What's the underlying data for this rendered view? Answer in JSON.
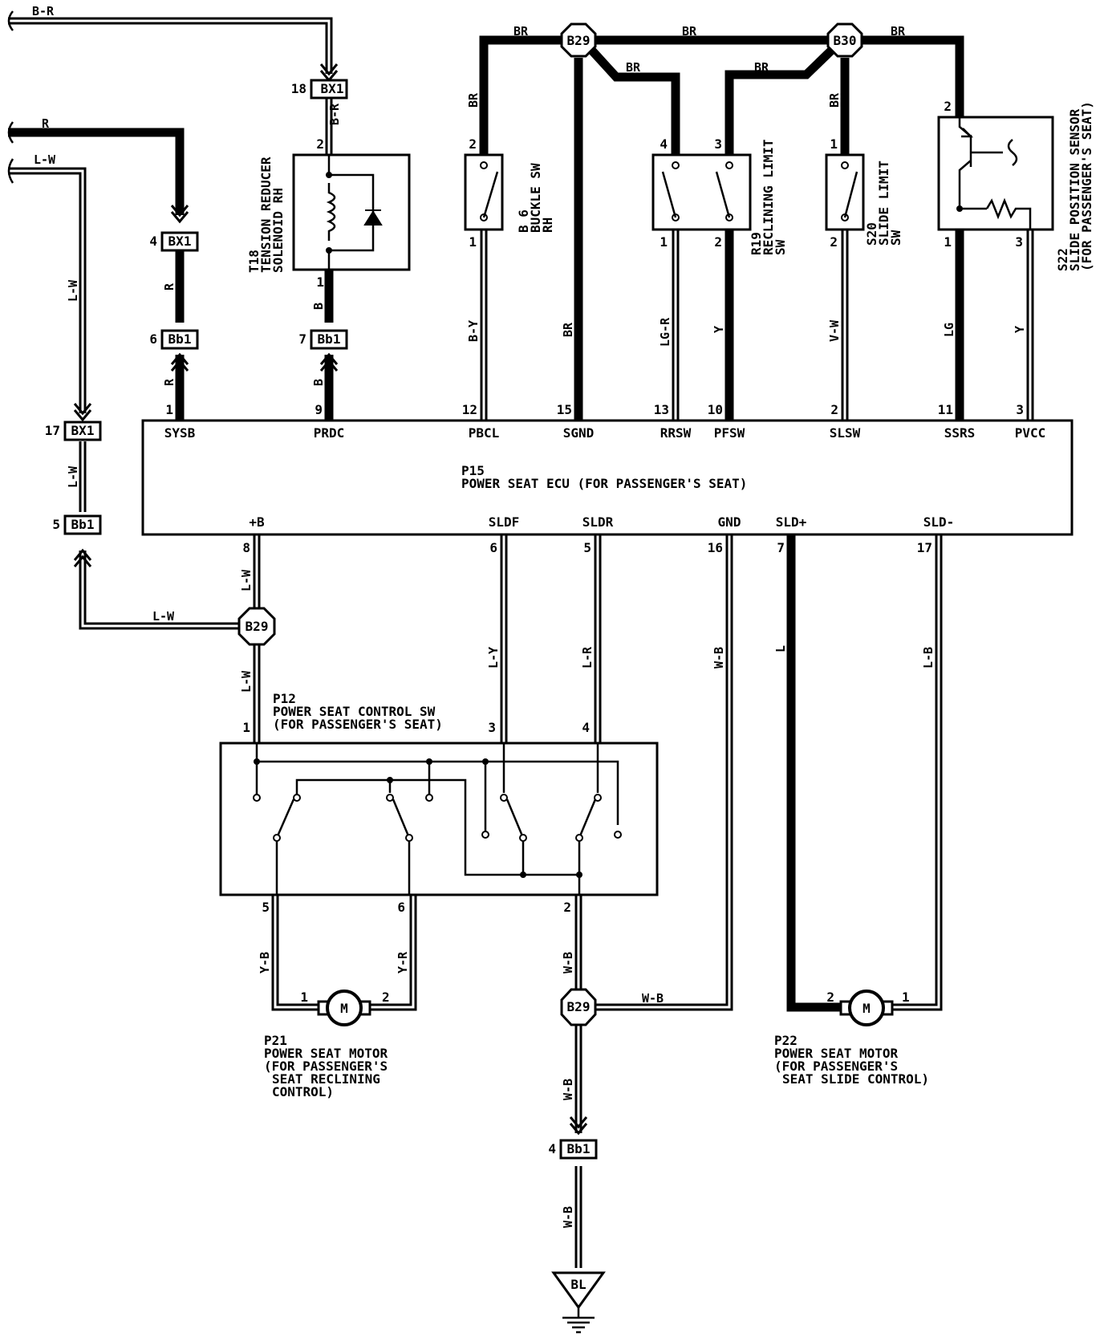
{
  "ecu": {
    "id": "P15",
    "name": "POWER SEAT ECU (FOR PASSENGER'S SEAT)",
    "top_pins": [
      {
        "num": "1",
        "name": "SYSB"
      },
      {
        "num": "9",
        "name": "PRDC"
      },
      {
        "num": "12",
        "name": "PBCL"
      },
      {
        "num": "15",
        "name": "SGND"
      },
      {
        "num": "13",
        "name": "RRSW"
      },
      {
        "num": "10",
        "name": "PFSW"
      },
      {
        "num": "2",
        "name": "SLSW"
      },
      {
        "num": "11",
        "name": "SSRS"
      },
      {
        "num": "3",
        "name": "PVCC"
      }
    ],
    "bottom_pins": [
      {
        "num": "8",
        "name": "+B"
      },
      {
        "num": "6",
        "name": "SLDF"
      },
      {
        "num": "5",
        "name": "SLDR"
      },
      {
        "num": "16",
        "name": "GND"
      },
      {
        "num": "7",
        "name": "SLD+"
      },
      {
        "num": "17",
        "name": "SLD-"
      }
    ]
  },
  "components": {
    "t18": {
      "id": "T18",
      "line1": "TENSION REDUCER",
      "line2": "SOLENOID RH",
      "pin_top": "2",
      "pin_bottom": "1"
    },
    "b6": {
      "id": "B 6",
      "line1": "BUCKLE SW",
      "line2": "RH",
      "pin_top": "2",
      "pin_bottom": "1"
    },
    "r19": {
      "id": "R19",
      "line1": "RECLINING LIMIT",
      "line2": "SW",
      "pin_a_top": "4",
      "pin_b_top": "3",
      "pin_a_bottom": "1",
      "pin_b_bottom": "2"
    },
    "s20": {
      "id": "S20",
      "line1": "SLIDE LIMIT",
      "line2": "SW",
      "pin_top": "1",
      "pin_bottom": "2"
    },
    "s22": {
      "id": "S22",
      "line1": "SLIDE POSITION SENSOR",
      "line2": "(FOR PASSENGER'S SEAT)",
      "pin_top": "2",
      "pin_a_bottom": "1",
      "pin_b_bottom": "3"
    },
    "p12": {
      "id": "P12",
      "line1": "POWER SEAT CONTROL SW",
      "line2": "(FOR PASSENGER'S SEAT)",
      "pins_top": [
        "1",
        "3",
        "4"
      ],
      "pins_bottom": [
        "5",
        "6",
        "2"
      ]
    },
    "p21": {
      "id": "P21",
      "lines": [
        "POWER SEAT MOTOR",
        "(FOR PASSENGER'S",
        "SEAT RECLINING",
        "CONTROL)"
      ],
      "pin_left": "1",
      "pin_right": "2",
      "symbol": "M"
    },
    "p22": {
      "id": "P22",
      "lines": [
        "POWER SEAT MOTOR",
        "(FOR PASSENGER'S",
        "SEAT SLIDE CONTROL)"
      ],
      "pin_left": "2",
      "pin_right": "1",
      "symbol": "M"
    }
  },
  "connectors": {
    "bx1_18": {
      "pin": "18",
      "name": "BX1"
    },
    "bx1_4": {
      "pin": "4",
      "name": "BX1"
    },
    "bx1_17": {
      "pin": "17",
      "name": "BX1"
    },
    "bb1_6": {
      "pin": "6",
      "name": "Bb1"
    },
    "bb1_7": {
      "pin": "7",
      "name": "Bb1"
    },
    "bb1_5": {
      "pin": "5",
      "name": "Bb1"
    },
    "bb1_4": {
      "pin": "4",
      "name": "Bb1"
    }
  },
  "junctions": {
    "b29_top": "B29",
    "b30_top": "B30",
    "b29_left": "B29",
    "b29_bottom": "B29"
  },
  "ground": {
    "label": "BL"
  },
  "wire_colors": {
    "b_r_top": "B-R",
    "b_r_vert": "B-R",
    "r_top": "R",
    "l_w_top": "L-W",
    "l_w_vert": "L-W",
    "l_w_mid": "L-W",
    "l_w_horiz": "L-W",
    "l_w_p8": "L-W",
    "l_w_p12": "L-W",
    "r_mid": "R",
    "r_low": "R",
    "b_mid": "B",
    "b_low": "B",
    "br_1": "BR",
    "br_2": "BR",
    "br_3": "BR",
    "br_4": "BR",
    "br_5": "BR",
    "br_6": "BR",
    "br_7": "BR",
    "br_sgnd": "BR",
    "b_y": "B-Y",
    "lg_r": "LG-R",
    "y_pfsw": "Y",
    "v_w": "V-W",
    "lg": "LG",
    "y_pvcc": "Y",
    "l_y": "L-Y",
    "l_r": "L-R",
    "w_b_gnd": "W-B",
    "l_sld": "L",
    "l_b": "L-B",
    "y_b": "Y-B",
    "y_r": "Y-R",
    "w_b_2": "W-B",
    "w_b_h": "W-B",
    "w_b_3": "W-B",
    "w_b_4": "W-B"
  }
}
